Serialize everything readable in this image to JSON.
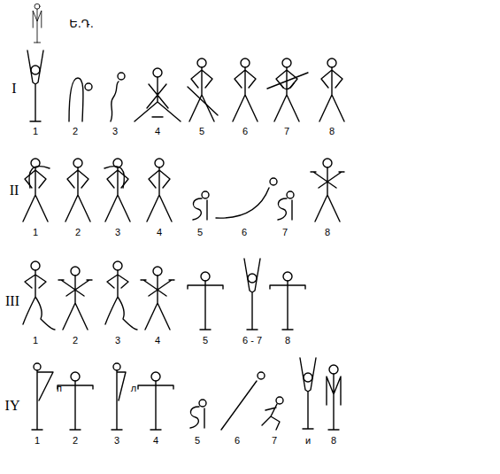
{
  "diagram": {
    "labels": [
      "Ե.Դ.",
      "I",
      "1",
      "2",
      "3",
      "4",
      "5",
      "6",
      "7",
      "8",
      "II",
      "1",
      "2",
      "3",
      "4",
      "5",
      "6",
      "7",
      "8",
      "III",
      "1",
      "2",
      "3",
      "4",
      "5",
      "6 - 7",
      "8",
      "IY",
      "п",
      "1",
      "2",
      "л",
      "3",
      "4",
      "5",
      "6",
      "7",
      "и",
      "8"
    ]
  }
}
